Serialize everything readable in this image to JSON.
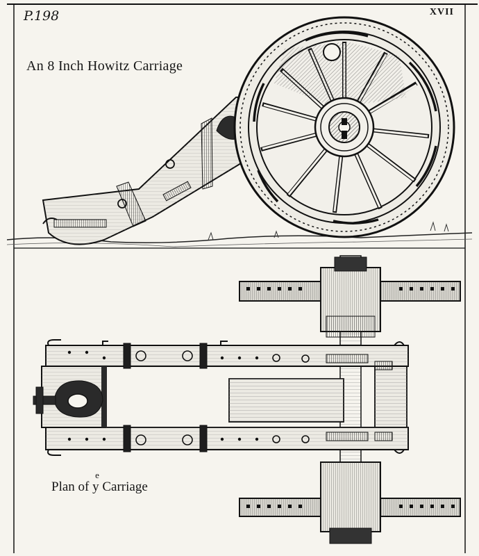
{
  "plate": {
    "page_number": "P.198",
    "plate_number": "XVII",
    "title": "An 8 Inch Howitz Carriage",
    "caption_prefix": "Plan of ",
    "caption_abbrev_base": "y",
    "caption_abbrev_sup": "e",
    "caption_suffix": " Carriage"
  },
  "colors": {
    "paper": "#f6f4ee",
    "ink": "#161616",
    "shade": "#3a3a3a",
    "light_shade": "#9a9a9a"
  },
  "illustrations": [
    {
      "name": "side-elevation",
      "icon": "howitzer-carriage-side-view"
    },
    {
      "name": "plan-view",
      "icon": "howitzer-carriage-plan-view"
    }
  ]
}
